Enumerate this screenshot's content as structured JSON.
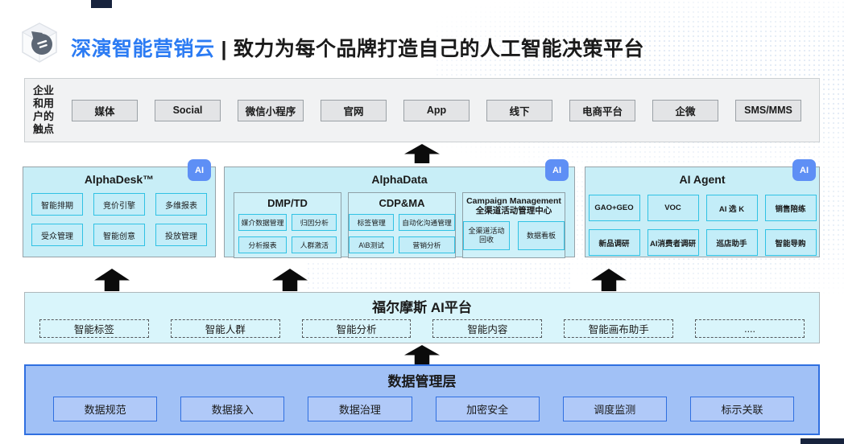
{
  "header": {
    "brand": "深演智能营销云",
    "divider": "|",
    "tagline": "致力为每个品牌打造自己的人工智能决策平台"
  },
  "touchpoints": {
    "label_lines": [
      "企业",
      "和用",
      "户的",
      "触点"
    ],
    "items": [
      "媒体",
      "Social",
      "微信小程序",
      "官网",
      "App",
      "线下",
      "电商平台",
      "企微",
      "SMS/MMS"
    ]
  },
  "products": [
    {
      "title": "AlphaDesk™",
      "badge": "AI",
      "items": [
        "智能排期",
        "竞价引擎",
        "多维报表",
        "受众管理",
        "智能创意",
        "投放管理"
      ]
    },
    {
      "title": "AlphaData",
      "badge": "AI",
      "groups": [
        {
          "title": "DMP/TD",
          "items": [
            "媒介数据管理",
            "归因分析",
            "分析报表",
            "人群激活"
          ]
        },
        {
          "title": "CDP&MA",
          "items": [
            "标签管理",
            "自动化沟通管理",
            "A\\B测试",
            "营销分析"
          ]
        },
        {
          "title1": "Campaign Management",
          "title2": "全渠道活动管理中心",
          "items": [
            "全渠道活动回收",
            "数据看板"
          ]
        }
      ]
    },
    {
      "title": "AI Agent",
      "badge": "AI",
      "items": [
        "GAO+GEO",
        "VOC",
        "AI 选 K",
        "销售陪练",
        "新品调研",
        "AI消费者调研",
        "巡店助手",
        "智能导购"
      ]
    }
  ],
  "ai_platform": {
    "title": "福尔摩斯 AI平台",
    "items": [
      "智能标签",
      "智能人群",
      "智能分析",
      "智能内容",
      "智能画布助手",
      "...."
    ]
  },
  "data_layer": {
    "title": "数据管理层",
    "items": [
      "数据规范",
      "数据接入",
      "数据治理",
      "加密安全",
      "调度监测",
      "标示关联"
    ]
  },
  "colors": {
    "brand_blue": "#2b7bf3",
    "ai_badge_blue": "#5e8ff5",
    "cyan_fill": "#c8eef7",
    "cyan_border": "#30c2e4",
    "platform_fill": "#d9f5fb",
    "data_layer_fill": "#a1c1f6",
    "data_layer_border": "#2f6fe0",
    "arrow_black": "#0b0b0b"
  }
}
